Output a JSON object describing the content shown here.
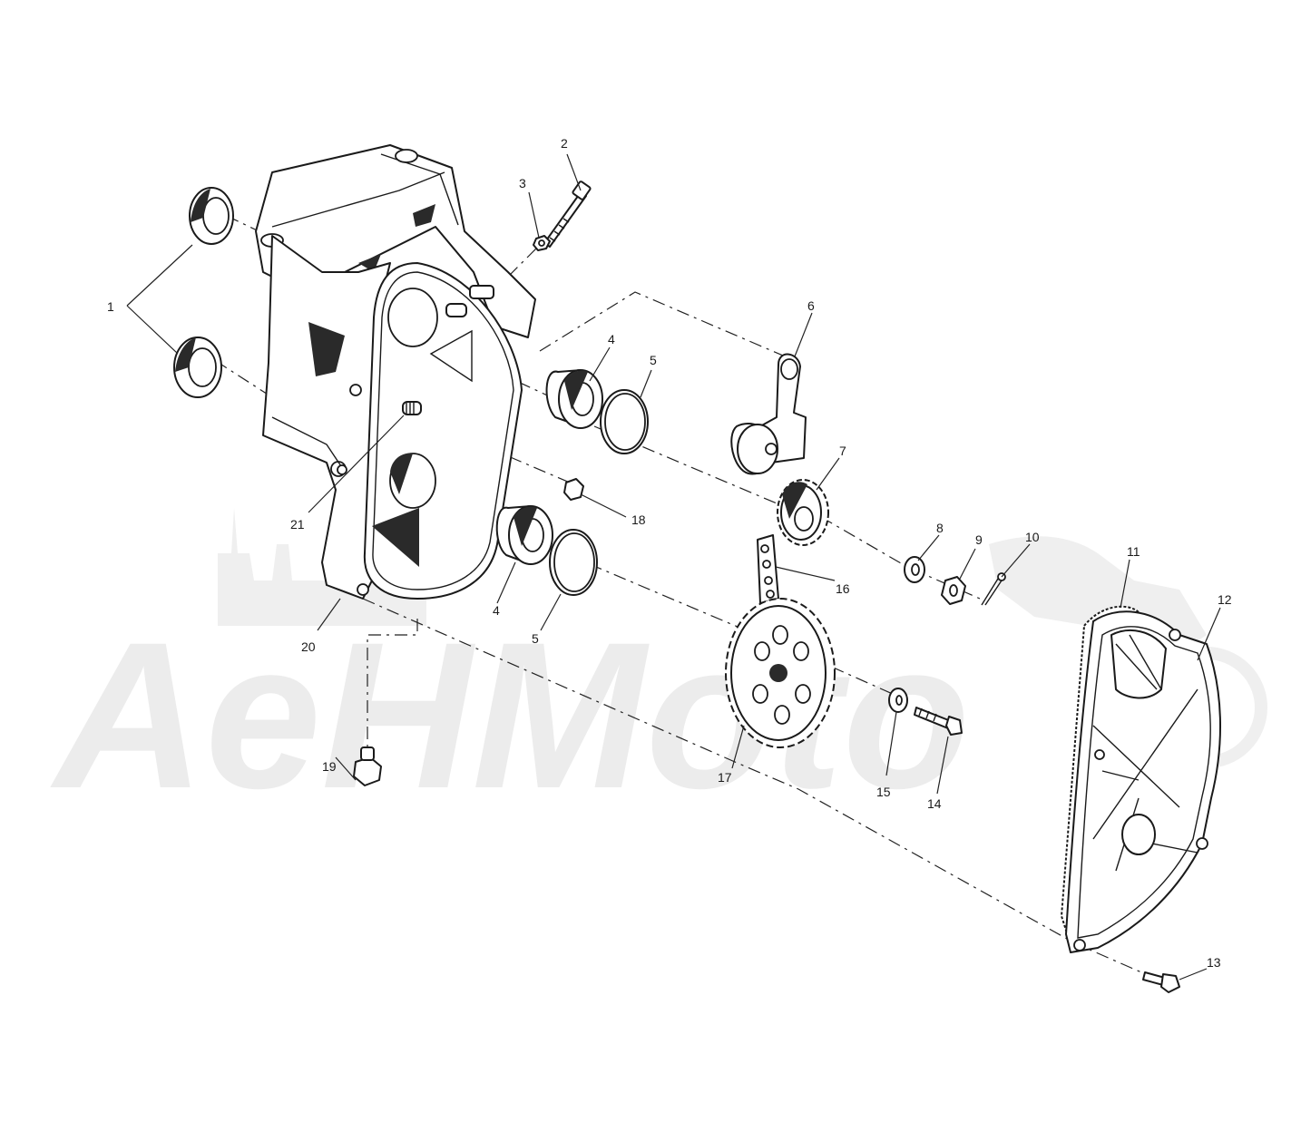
{
  "watermark": {
    "text": "AeHMoto",
    "fill": "#ececec"
  },
  "callouts": [
    {
      "id": "c1",
      "label": "1"
    },
    {
      "id": "c2",
      "label": "2"
    },
    {
      "id": "c3",
      "label": "3"
    },
    {
      "id": "c4a",
      "label": "4"
    },
    {
      "id": "c4b",
      "label": "4"
    },
    {
      "id": "c5a",
      "label": "5"
    },
    {
      "id": "c5b",
      "label": "5"
    },
    {
      "id": "c6",
      "label": "6"
    },
    {
      "id": "c7",
      "label": "7"
    },
    {
      "id": "c8",
      "label": "8"
    },
    {
      "id": "c9",
      "label": "9"
    },
    {
      "id": "c10",
      "label": "10"
    },
    {
      "id": "c11",
      "label": "11"
    },
    {
      "id": "c12",
      "label": "12"
    },
    {
      "id": "c13",
      "label": "13"
    },
    {
      "id": "c14",
      "label": "14"
    },
    {
      "id": "c15",
      "label": "15"
    },
    {
      "id": "c16",
      "label": "16"
    },
    {
      "id": "c17",
      "label": "17"
    },
    {
      "id": "c18",
      "label": "18"
    },
    {
      "id": "c19",
      "label": "19"
    },
    {
      "id": "c20",
      "label": "20"
    },
    {
      "id": "c21",
      "label": "21"
    }
  ]
}
